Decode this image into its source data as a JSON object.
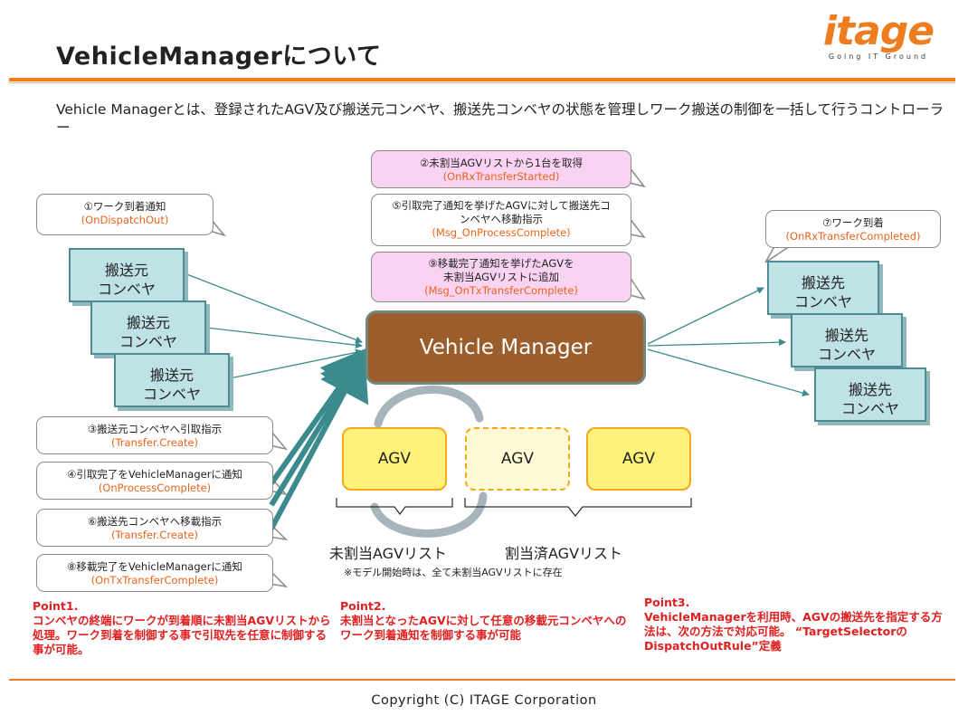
{
  "title": "VehicleManagerについて",
  "logo": {
    "main": "itage",
    "sub": "Going IT Ground"
  },
  "intro": "Vehicle Managerとは、登録されたAGV及び搬送元コンベヤ、搬送先コンベヤの状態を管理しワーク搬送の制御を一括して行うコントローラー",
  "callouts": {
    "c1": {
      "jp": "①ワーク到着通知",
      "en": "(OnDispatchOut)"
    },
    "c2": {
      "jp": "②未割当AGVリストから1台を取得",
      "en": "(OnRxTransferStarted)"
    },
    "c3": {
      "jp": "③搬送元コンベヤへ引取指示",
      "en": "(Transfer.Create)"
    },
    "c4": {
      "jp": "④引取完了をVehicleManagerに通知",
      "en": "(OnProcessComplete)"
    },
    "c5": {
      "jp1": "⑤引取完了通知を挙げたAGVに対して搬送先コ",
      "jp2": "ンベヤへ移動指示",
      "en": "(Msg_OnProcessComplete)"
    },
    "c6": {
      "jp": "⑥搬送先コンベヤへ移載指示",
      "en": "(Transfer.Create)"
    },
    "c7": {
      "jp": "⑦ワーク到着",
      "en": "(OnRxTransferCompleted)"
    },
    "c8": {
      "jp": "⑧移載完了をVehicleManagerに通知",
      "en": "(OnTxTransferComplete)"
    },
    "c9": {
      "jp1": "⑨移載完了通知を挙げたAGVを",
      "jp2": "未割当AGVリストに追加",
      "en": "(Msg_OnTxTransferComplete)"
    }
  },
  "source_conveyors": [
    {
      "l1": "搬送元",
      "l2": "コンベヤ"
    },
    {
      "l1": "搬送元",
      "l2": "コンベヤ"
    },
    {
      "l1": "搬送元",
      "l2": "コンベヤ"
    }
  ],
  "dest_conveyors": [
    {
      "l1": "搬送先",
      "l2": "コンベヤ"
    },
    {
      "l1": "搬送先",
      "l2": "コンベヤ"
    },
    {
      "l1": "搬送先",
      "l2": "コンベヤ"
    }
  ],
  "vehicle_manager": "Vehicle Manager",
  "agvs": [
    "AGV",
    "AGV",
    "AGV"
  ],
  "unassigned_label": "未割当AGVリスト",
  "assigned_label": "割当済AGVリスト",
  "model_note": "※モデル開始時は、全て未割当AGVリストに存在",
  "points": {
    "p1": {
      "head": "Point1.",
      "body": "コンベヤの終端にワークが到着順に未割当AGVリストから処理。ワーク到着を制御する事で引取先を任意に制御する事が可能。"
    },
    "p2": {
      "head": "Point2.",
      "body": "未割当となったAGVに対して任意の移載元コンベヤへのワーク到着通知を制御する事が可能"
    },
    "p3": {
      "head": "Point3.",
      "body": "VehicleManagerを利用時、AGVの搬送先を指定する方法は、次の方法で対応可能。 “TargetSelectorのDispatchOutRule”定義"
    }
  },
  "copyright": "Copyright (C) ITAGE Corporation",
  "colors": {
    "accent": "#ee7d1f",
    "conveyor": "#bfe2e6",
    "manager": "#9b5d2b",
    "agv": "#fff27a",
    "pink": "#fbd3f2",
    "point": "#e02020",
    "arrow": "#3b8a8e"
  }
}
